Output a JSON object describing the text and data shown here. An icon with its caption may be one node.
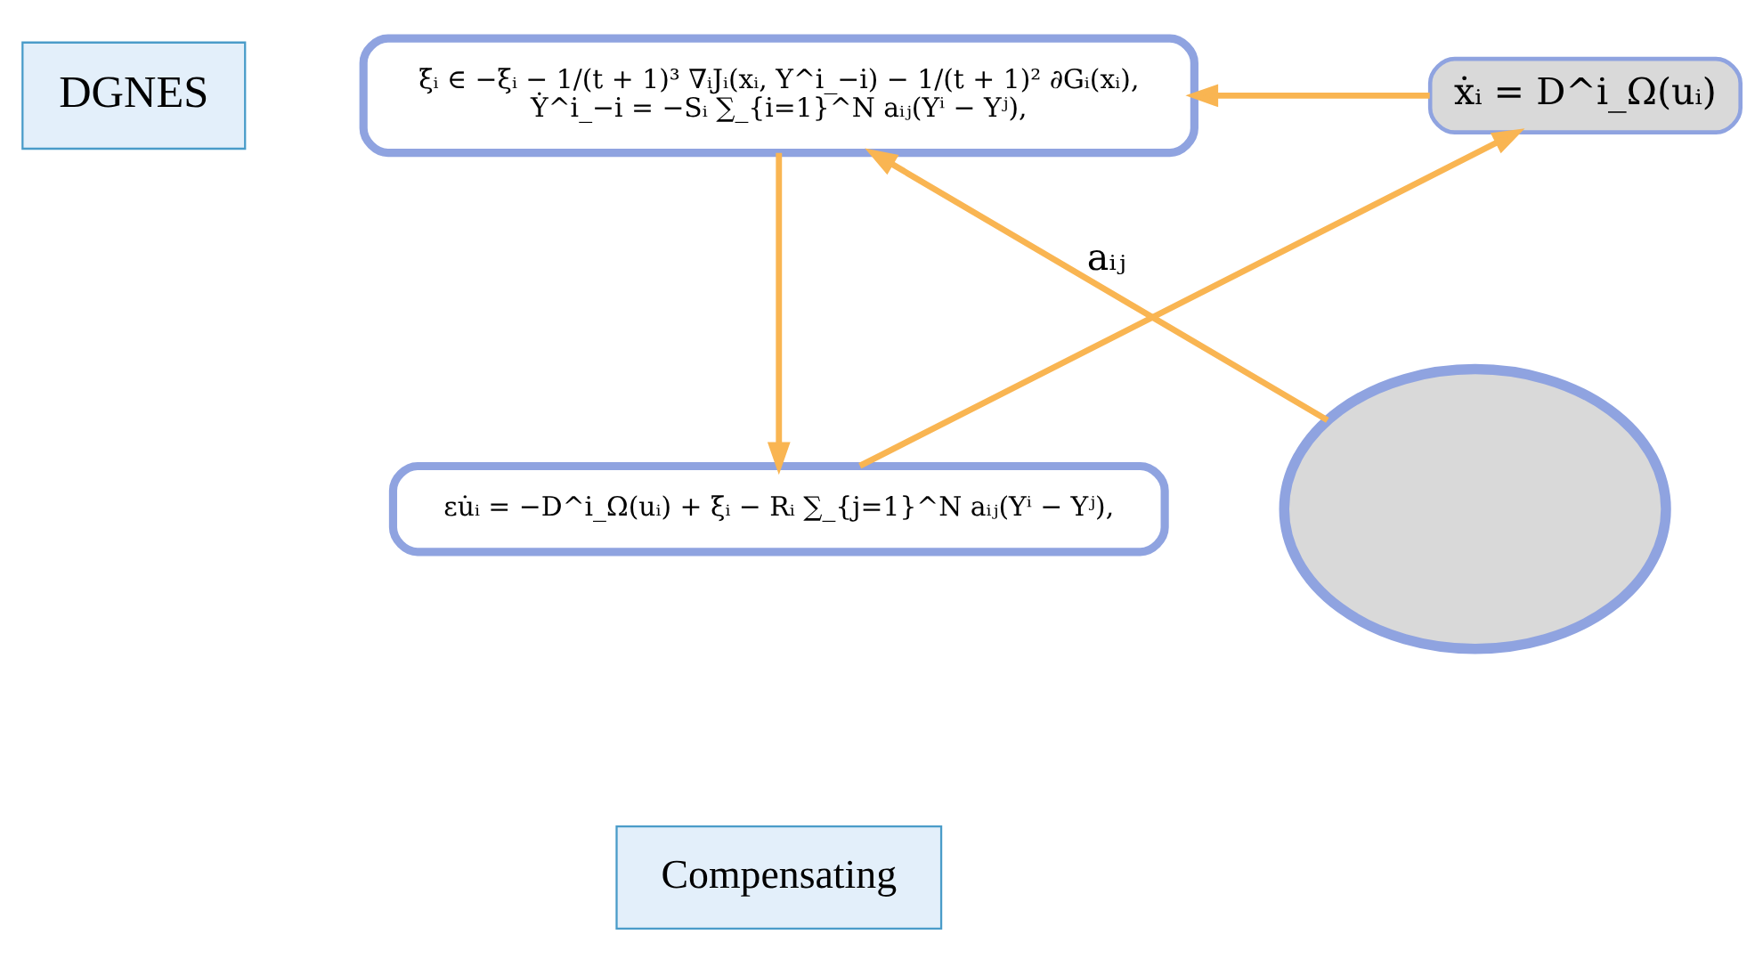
{
  "diagram": {
    "nodes": [
      {
        "text": [
          "DGNES"
        ]
      },
      {
        "text": [
          "ξ̇ᵢ ∈ −ξᵢ − 1/(t + 1)³ ∇ᵢJᵢ(xᵢ, Y^i_−i) − 1/(t + 1)² ∂Gᵢ(xᵢ),",
          "Ẏ^i_−i = −Sᵢ ∑_{i=1}^N aᵢⱼ(Yⁱ − Yʲ),"
        ]
      },
      {
        "text": [
          "ẋᵢ = D^i_Ω(uᵢ)"
        ]
      },
      {
        "text": [
          "εu̇ᵢ = −D^i_Ω(uᵢ) + ξᵢ − Rᵢ ∑_{j=1}^N aᵢⱼ(Yⁱ − Yʲ),"
        ]
      },
      {
        "text": [
          "Compensating"
        ]
      },
      {
        "text": [],
        "shape": "cloud"
      }
    ],
    "edges": [
      {
        "from": 2,
        "to": 1,
        "arrow": "to"
      },
      {
        "from": 1,
        "to": 3,
        "arrow": "to"
      },
      {
        "from": 3,
        "to": 2,
        "arrow": "to"
      },
      {
        "from": 5,
        "to": 1,
        "arrow": "to",
        "label": "aᵢⱼ"
      }
    ]
  }
}
